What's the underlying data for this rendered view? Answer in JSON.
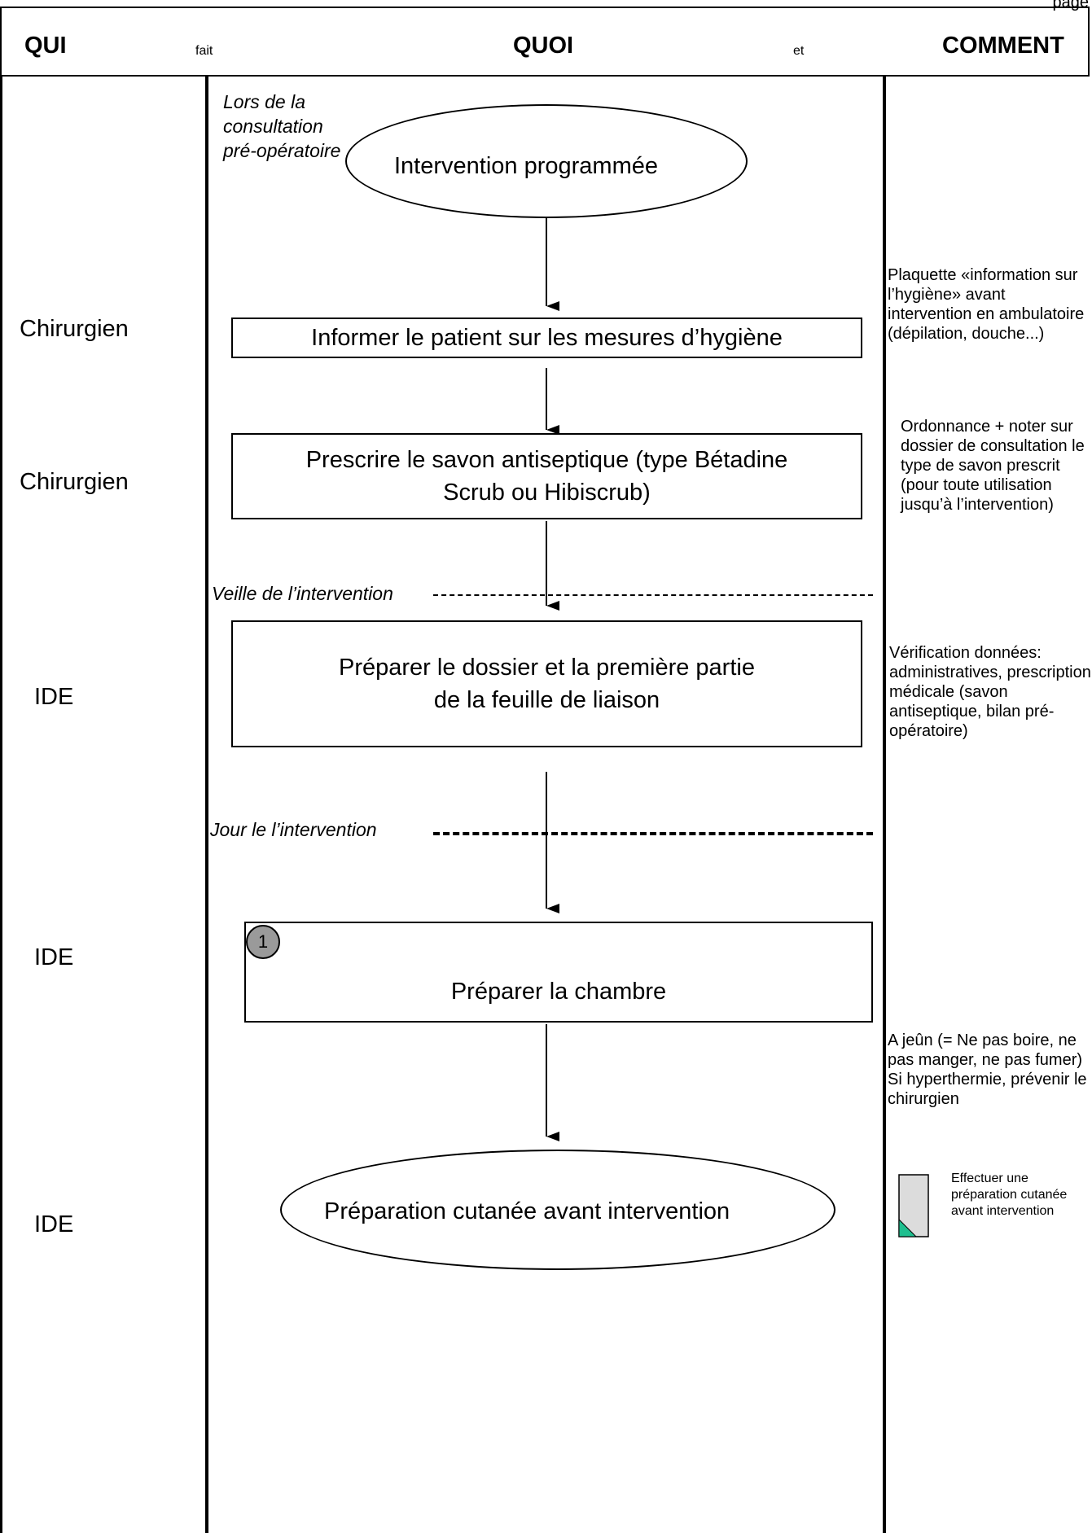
{
  "page_corner": "page",
  "header": {
    "qui": "QUI",
    "fait": "fait",
    "quoi": "QUOI",
    "et": "et",
    "comment": "COMMENT"
  },
  "periods": {
    "consultation": "Lors de la\nconsultation\npré-opératoire",
    "veille": "Veille de l’intervention",
    "jour": "Jour le l’intervention"
  },
  "actors": [
    "Chirurgien",
    "Chirurgien",
    "IDE",
    "IDE",
    "IDE"
  ],
  "steps": {
    "start": "Intervention programmée",
    "inform": "Informer le patient sur les mesures d’hygiène",
    "prescribe": "Prescrire le savon antiseptique (type Bétadine\nScrub ou Hibiscrub)",
    "prepare_file": "Préparer le dossier et la première partie\nde la feuille de liaison",
    "prepare_room": "Préparer la chambre",
    "room_badge": "1",
    "end": "Préparation cutanée avant intervention"
  },
  "notes": {
    "plaquette": "Plaquette «information sur l’hygiène» avant intervention en ambulatoire (dépilation, douche...)",
    "ordonnance": "Ordonnance + noter sur dossier de consultation le type de savon prescrit (pour toute utilisation jusqu’à l’intervention)",
    "verification": "Vérification données: administratives, prescription médicale (savon antiseptique, bilan pré-opératoire)",
    "jeun": "A  jeûn (= Ne pas boire, ne pas manger, ne pas fumer)\nSi hyperthermie, prévenir le chirurgien",
    "reference": "Effectuer une préparation cutanée avant intervention"
  },
  "colors": {
    "badge": "#9a9a9a",
    "doc_fill": "#dcdcdc",
    "doc_corner": "#1fbf8f"
  }
}
